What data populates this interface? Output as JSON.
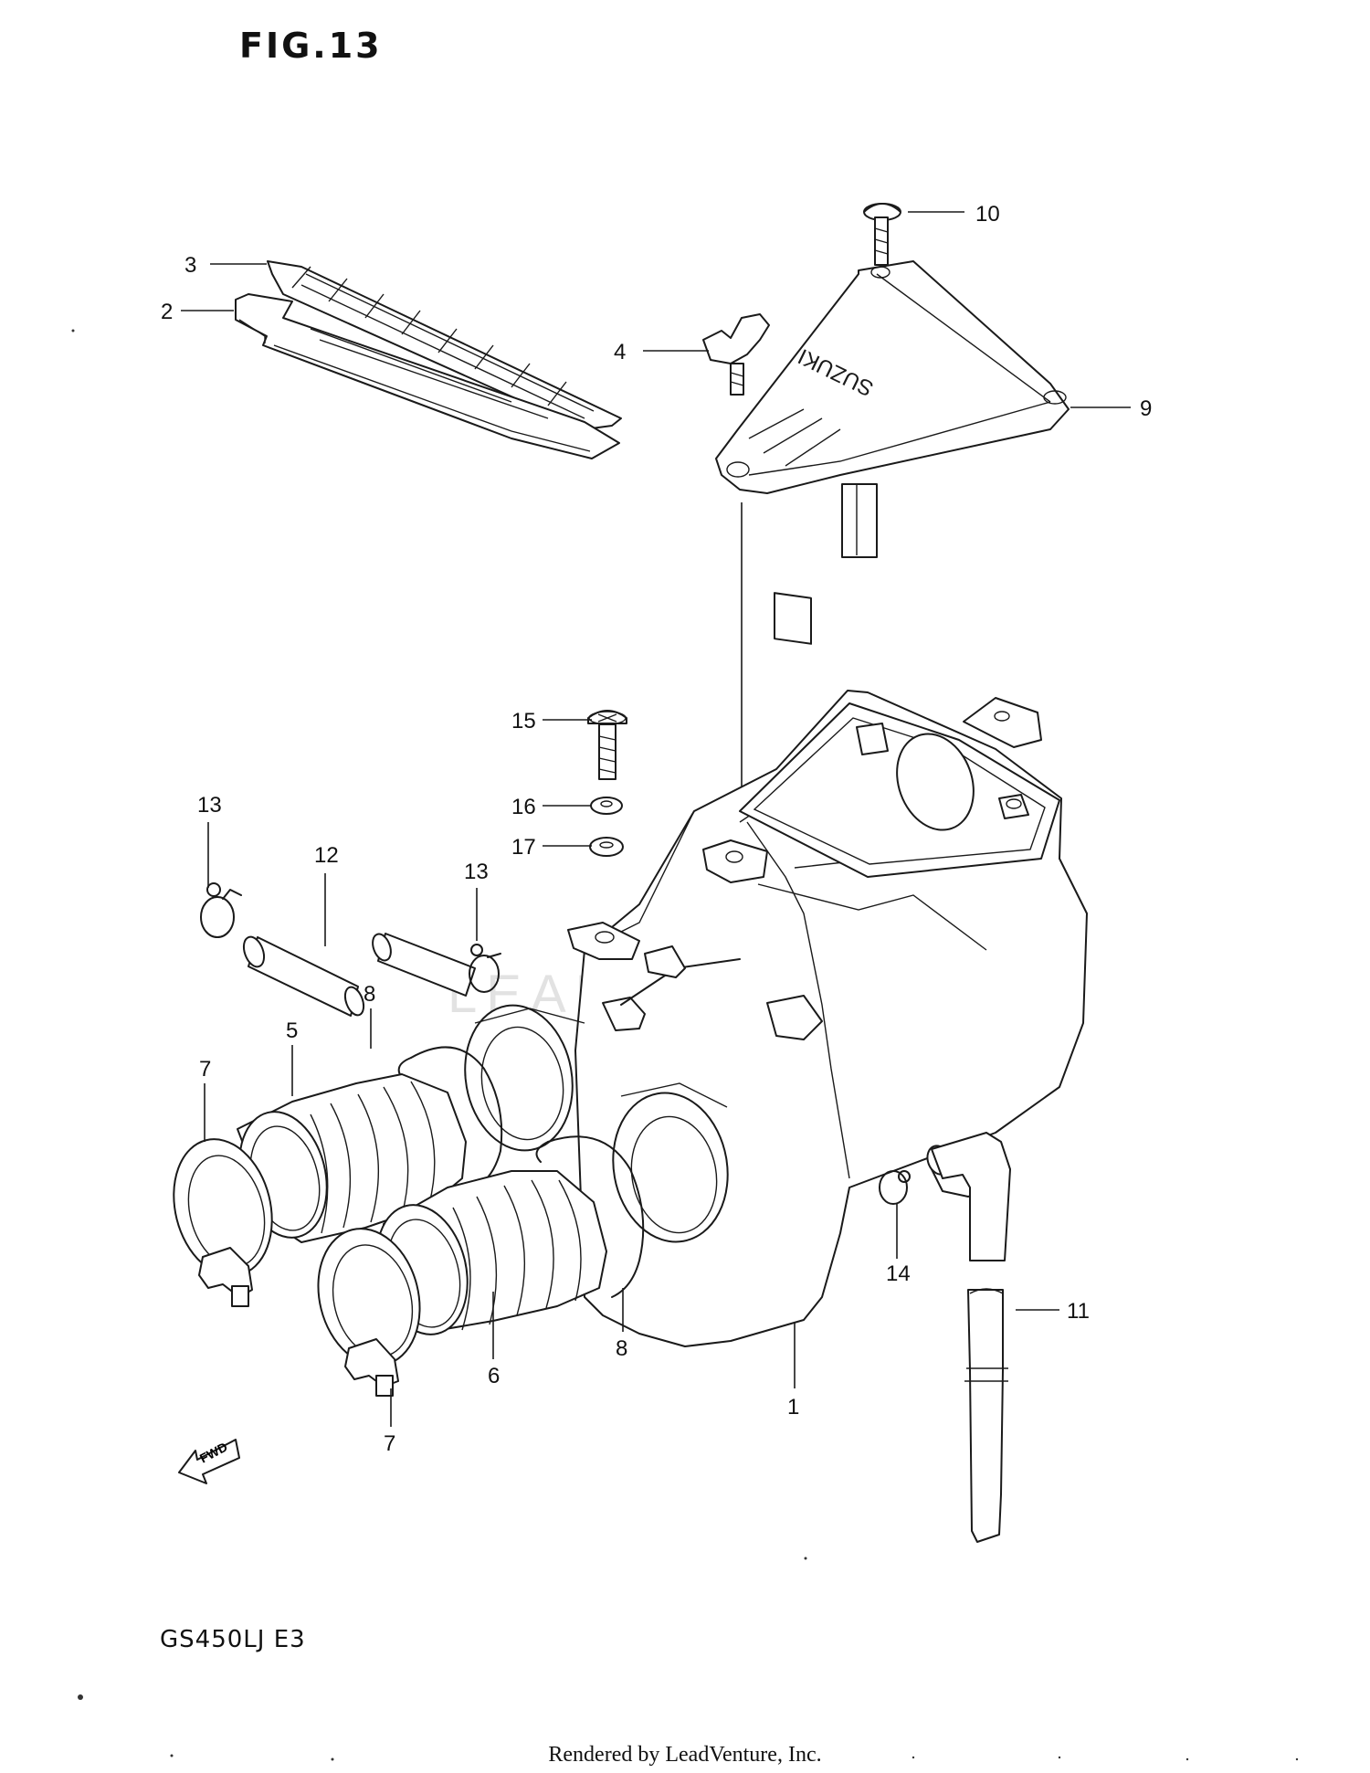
{
  "figure": {
    "title": "FIG.13",
    "model": "GS450LJ  E3",
    "footer": "Rendered by LeadVenture, Inc.",
    "fwd_label": "FWD",
    "brand_label": "SUZUKI",
    "watermark": "LEADVENTURE"
  },
  "callouts": [
    "1",
    "2",
    "3",
    "4",
    "5",
    "6",
    "7",
    "7",
    "8",
    "8",
    "9",
    "10",
    "11",
    "12",
    "13",
    "13",
    "14",
    "15",
    "16",
    "17"
  ]
}
